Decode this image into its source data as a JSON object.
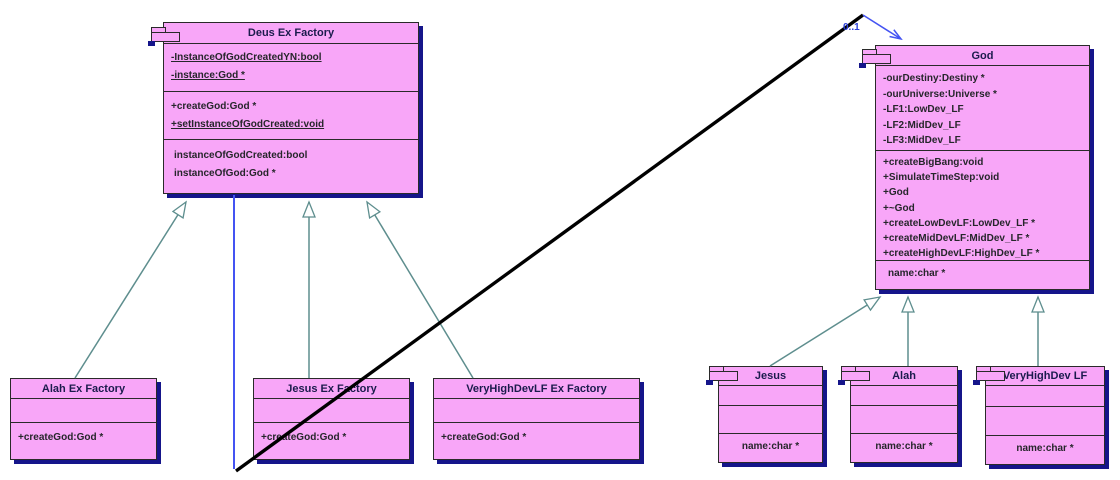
{
  "diagram": {
    "type": "uml-class-diagram",
    "association_multiplicity": "0..1",
    "colors": {
      "class_fill": "#f8a6f8",
      "class_border": "#2a2a2a",
      "drop_shadow": "#15158a",
      "title_text": "#1b1b4d",
      "member_text": "#26262b",
      "inheritance_line": "#5e8e8e",
      "association_blue": "#4453f2",
      "association_black": "#000000"
    },
    "icons": [
      "component-icon"
    ]
  },
  "classes": {
    "deus_ex_factory": {
      "title": "Deus Ex Factory",
      "attributes": [
        "-InstanceOfGodCreatedYN:bool",
        "-instance:God *"
      ],
      "methods": [
        "+createGod:God *",
        "+setInstanceOfGodCreated:void"
      ],
      "properties": [
        "instanceOfGodCreated:bool",
        "instanceOfGod:God *"
      ]
    },
    "alah_ex_factory": {
      "title": "Alah Ex Factory",
      "methods": [
        "+createGod:God *"
      ]
    },
    "jesus_ex_factory": {
      "title": "Jesus Ex Factory",
      "methods": [
        "+createGod:God *"
      ]
    },
    "veryhighdevlf_ex_factory": {
      "title": "VeryHighDevLF Ex Factory",
      "methods": [
        "+createGod:God *"
      ]
    },
    "god": {
      "title": "God",
      "attributes": [
        "-ourDestiny:Destiny *",
        "-ourUniverse:Universe *",
        "-LF1:LowDev_LF",
        "-LF2:MidDev_LF",
        "-LF3:MidDev_LF"
      ],
      "methods": [
        "+createBigBang:void",
        "+SimulateTimeStep:void",
        "+God",
        "+~God",
        "+createLowDevLF:LowDev_LF *",
        "+createMidDevLF:MidDev_LF *",
        "+createHighDevLF:HighDev_LF *"
      ],
      "properties": [
        "name:char *"
      ]
    },
    "jesus": {
      "title": "Jesus",
      "properties": [
        "name:char *"
      ]
    },
    "alah": {
      "title": "Alah",
      "properties": [
        "name:char *"
      ]
    },
    "veryhighdev_lf": {
      "title": "VeryHighDev LF",
      "properties": [
        "name:char *"
      ]
    }
  }
}
